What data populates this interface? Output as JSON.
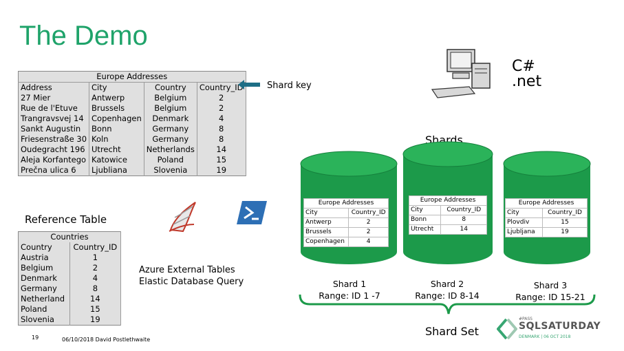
{
  "slide": {
    "title": "The Demo",
    "page_number": "19",
    "footer_date": "06/10/2018 David Postlethwaite"
  },
  "europe_table": {
    "caption": "Europe Addresses",
    "headers": [
      "Address",
      "City",
      "Country",
      "Country_ID"
    ],
    "rows": [
      [
        "27 Mier",
        "Antwerp",
        "Belgium",
        "2"
      ],
      [
        "Rue de l'Etuve",
        "Brussels",
        "Belgium",
        "2"
      ],
      [
        "Trangravsvej 14",
        "Copenhagen",
        "Denmark",
        "4"
      ],
      [
        "Sankt Augustin",
        "Bonn",
        "Germany",
        "8"
      ],
      [
        "Friesenstraße 30",
        "Koln",
        "Germany",
        "8"
      ],
      [
        "Oudegracht 196",
        "Utrecht",
        "Netherlands",
        "14"
      ],
      [
        "Aleja Korfantego",
        "Katowice",
        "Poland",
        "15"
      ],
      [
        "Prečna ulica 6",
        "Ljubliana",
        "Slovenia",
        "19"
      ]
    ]
  },
  "shard_key_label": "Shard key",
  "shards_label": "Shards",
  "reference_label": "Reference Table",
  "countries_table": {
    "caption": "Countries",
    "headers": [
      "Country",
      "Country_ID"
    ],
    "rows": [
      [
        "Austria",
        "1"
      ],
      [
        "Belgium",
        "2"
      ],
      [
        "Denmark",
        "4"
      ],
      [
        "Germany",
        "8"
      ],
      [
        "Netherland",
        "14"
      ],
      [
        "Poland",
        "15"
      ],
      [
        "Slovenia",
        "19"
      ]
    ]
  },
  "azure_label": {
    "line1": "Azure External Tables",
    "line2": "Elastic Database Query"
  },
  "shards": [
    {
      "caption": "Europe Addresses",
      "headers": [
        "City",
        "Country_ID"
      ],
      "rows": [
        [
          "Antwerp",
          "2"
        ],
        [
          "Brussels",
          "2"
        ],
        [
          "Copenhagen",
          "4"
        ]
      ],
      "name": "Shard 1",
      "range": "Range: ID 1 -7"
    },
    {
      "caption": "Europe Addresses",
      "headers": [
        "City",
        "Country_ID"
      ],
      "rows": [
        [
          "Bonn",
          "8"
        ],
        [
          "Utrecht",
          "14"
        ]
      ],
      "name": "Shard 2",
      "range": "Range: ID 8-14"
    },
    {
      "caption": "Europe Addresses",
      "headers": [
        "City",
        "Country_ID"
      ],
      "rows": [
        [
          "Plovdiv",
          "15"
        ],
        [
          "Ljubljana",
          "19"
        ]
      ],
      "name": "Shard 3",
      "range": "Range: ID 15-21"
    }
  ],
  "shard_set_label": "Shard Set",
  "csharp_logo": {
    "line1": "C#",
    "line2": ".net"
  },
  "sqlsaturday_logo": {
    "pass": "#PASS",
    "name": "SQLSATURDAY",
    "sub": "DENMARK | 06 OCT 2018"
  },
  "colors": {
    "title": "#1fa36a",
    "cylinder": "#1c9a4a",
    "arrow": "#1d6e86",
    "brace": "#1c9a4a",
    "powershell": "#2d6fb5",
    "sql_icon": "#c0392b"
  },
  "icons": [
    "computer-icon",
    "sql-server-icon",
    "powershell-icon",
    "arrow-left-icon"
  ]
}
